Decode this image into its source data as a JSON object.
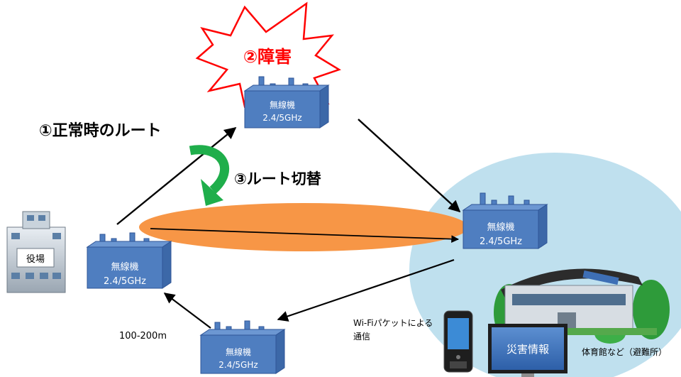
{
  "labels": {
    "step1": "①正常時のルート",
    "step2": "②障害",
    "step3": "③ルート切替",
    "city_office": "役場",
    "distance": "100-200m",
    "wifi_note_line1": "Wi-Fiパケットによる",
    "wifi_note_line2": "通信",
    "screen_text": "災害情報",
    "shelter": "体育館など（避難所）"
  },
  "radios": [
    {
      "id": "top",
      "name": "無線機",
      "band": "2.4/5GHz"
    },
    {
      "id": "left",
      "name": "無線機",
      "band": "2.4/5GHz"
    },
    {
      "id": "right",
      "name": "無線機",
      "band": "2.4/5GHz"
    },
    {
      "id": "bottom",
      "name": "無線機",
      "band": "2.4/5GHz"
    }
  ],
  "colors": {
    "radio_fill": "#4F7EC0",
    "radio_stroke": "#2F5597",
    "fault_text": "#FF0000",
    "switch_beam": "#F79646",
    "switch_arrow": "#1FAE4B",
    "coverage_area": "#BFE0EE",
    "label_text": "#000000"
  }
}
